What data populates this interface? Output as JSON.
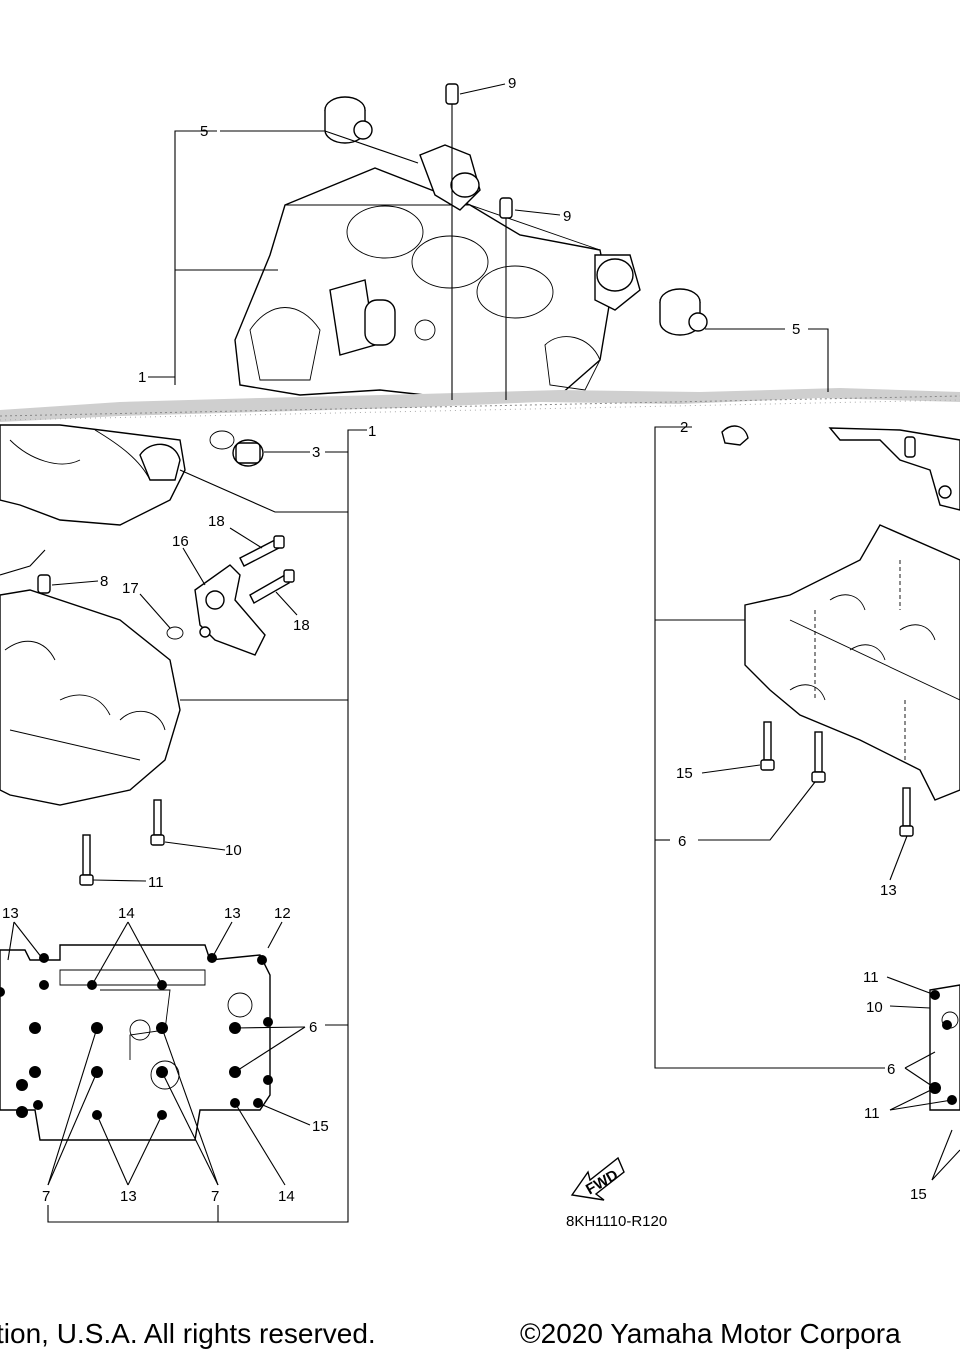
{
  "diagram": {
    "code": "8KH1110-R120",
    "fwd_label": "FWD",
    "callouts": {
      "c1a": "1",
      "c1b": "1",
      "c2": "2",
      "c3": "3",
      "c5a": "5",
      "c5b": "5",
      "c6a": "6",
      "c6b": "6",
      "c6c": "6",
      "c7a": "7",
      "c7b": "7",
      "c8": "8",
      "c9a": "9",
      "c9b": "9",
      "c10a": "10",
      "c10b": "10",
      "c11a": "11",
      "c11b": "11",
      "c11c": "11",
      "c12": "12",
      "c13a": "13",
      "c13b": "13",
      "c13c": "13",
      "c13d": "13",
      "c14a": "14",
      "c14b": "14",
      "c15a": "15",
      "c15b": "15",
      "c15c": "15",
      "c16": "16",
      "c17": "17",
      "c18a": "18",
      "c18b": "18"
    }
  },
  "footer": {
    "left_text": "tion, U.S.A. All rights reserved.",
    "right_text": "©2020 Yamaha Motor Corpora"
  }
}
